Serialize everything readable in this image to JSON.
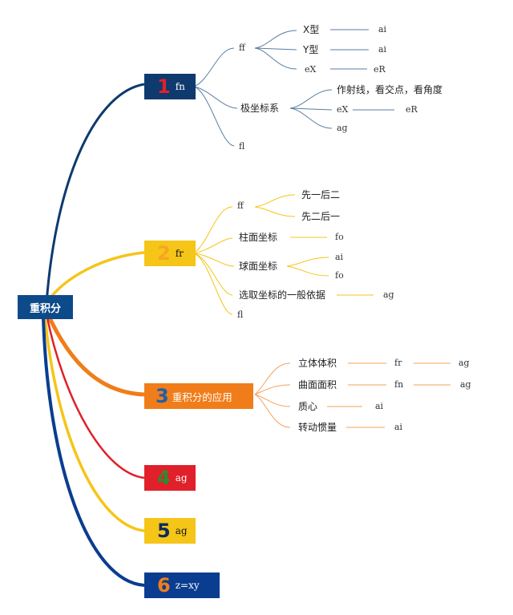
{
  "colors": {
    "b1": "#0e3a6e",
    "b2": "#f5c518",
    "b3": "#f07d1a",
    "b4": "#e0202a",
    "b5": "#f5c518",
    "b6": "#0a3d8f",
    "root": "#0d4a8a"
  },
  "root": {
    "label": "重积分"
  },
  "b1": {
    "num": "1",
    "label": "fn",
    "ff": "ff",
    "x_type": "X型",
    "x_ai": "ai",
    "y_type": "Y型",
    "y_ai": "ai",
    "ex": "eX",
    "ex_er": "eR",
    "polar": "极坐标系",
    "ray": "作射线，看交点，看角度",
    "polar_ex": "eX",
    "polar_er": "eR",
    "polar_ag": "ag",
    "fl": "fl"
  },
  "b2": {
    "num": "2",
    "label": "fr",
    "ff": "ff",
    "first_one": "先一后二",
    "first_two": "先二后一",
    "cyl": "柱面坐标",
    "cyl_fo": "fo",
    "sph": "球面坐标",
    "sph_ai": "ai",
    "sph_fo": "fo",
    "basis": "选取坐标的一般依据",
    "basis_ag": "ag",
    "fl": "fl"
  },
  "b3": {
    "num": "3",
    "label": "重积分的应用",
    "volume": "立体体积",
    "vol_fr": "fr",
    "vol_ag": "ag",
    "area": "曲面面积",
    "area_fn": "fn",
    "area_ag": "ag",
    "centroid": "质心",
    "cen_ai": "ai",
    "inertia": "转动惯量",
    "in_ai": "ai"
  },
  "b4": {
    "num": "4",
    "label": "ag"
  },
  "b5": {
    "num": "5",
    "label": "ag"
  },
  "b6": {
    "num": "6",
    "label": "z=xy"
  }
}
